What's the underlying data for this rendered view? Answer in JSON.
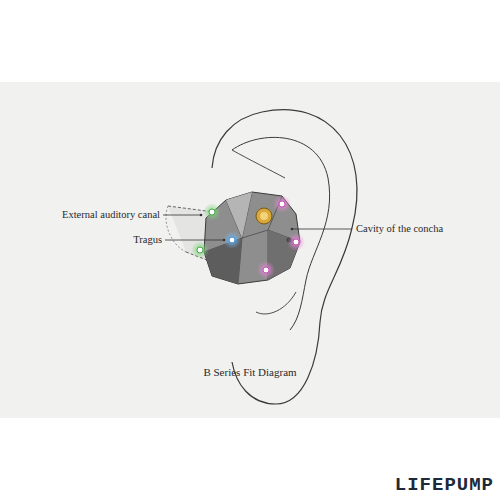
{
  "diagram": {
    "caption": "B Series Fit Diagram",
    "labels": [
      "External auditory canal",
      "Tragus",
      "Cavity of the concha",
      "LIFEPUMP"
    ]
  }
}
